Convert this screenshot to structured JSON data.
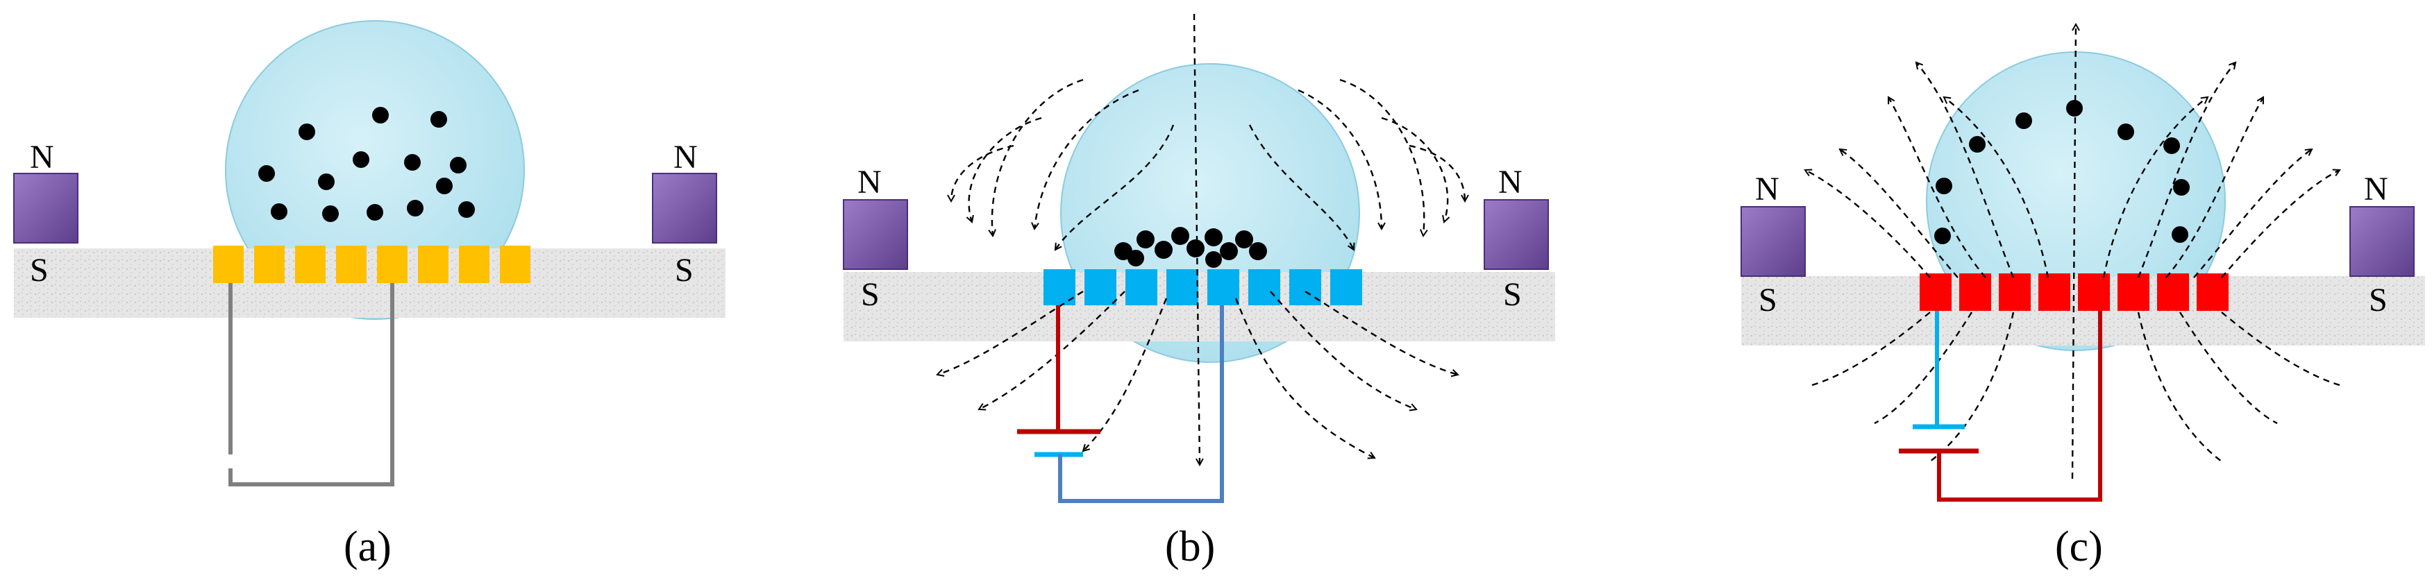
{
  "panels": [
    {
      "caption": "(a)",
      "pole_top": "N",
      "pole_bottom": "S",
      "electrode_color": "#FFC000",
      "electrode_count": 8
    },
    {
      "caption": "(b)",
      "pole_top": "N",
      "pole_bottom": "S",
      "electrode_color": "#00B0F0",
      "electrode_count": 8
    },
    {
      "caption": "(c)",
      "pole_top": "N",
      "pole_bottom": "S",
      "electrode_color": "#FF0000",
      "electrode_count": 8
    }
  ],
  "colors": {
    "droplet_fill": "#BDE7F2",
    "droplet_stroke": "#8CCBE0",
    "substrate": "#E4E4E4",
    "magnet": "#7A5AA8",
    "particle": "#000000",
    "wire_gray": "#808080",
    "wire_red": "#C00000",
    "wire_blue": "#4F7FC0",
    "plate_blue": "#00B0F0",
    "field_line": "#000000"
  }
}
